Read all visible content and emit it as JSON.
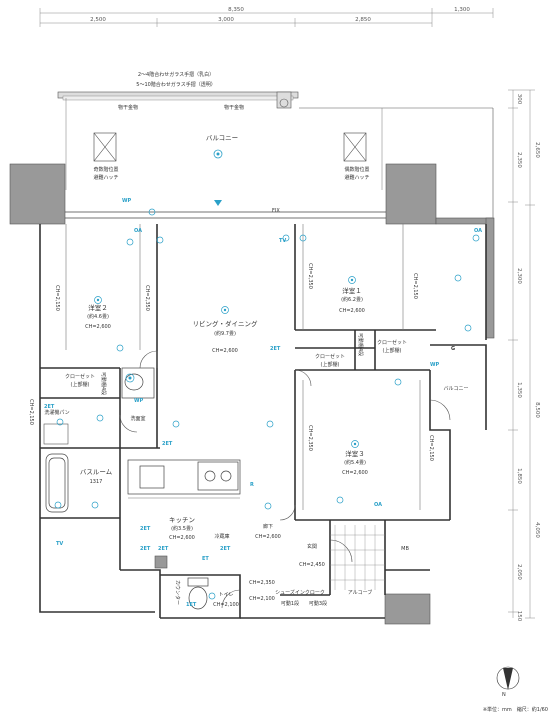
{
  "dims_top": {
    "total": "8,350",
    "right": "1,300",
    "seg1": "2,500",
    "seg2": "3,000",
    "seg3": "2,850"
  },
  "dims_right": {
    "d1": "300",
    "d2": "2,650",
    "d3": "2,350",
    "d4": "2,300",
    "d5": "1,350",
    "d6": "8,500",
    "d7": "1,850",
    "d8": "4,050",
    "d9": "2,050",
    "d10": "150"
  },
  "notes": {
    "rail1": "2〜4階合わせガラス手摺（乳白）",
    "rail2": "5〜10階合わせガラス手摺（透明）"
  },
  "labels": {
    "laundry_a": "物干金物",
    "laundry_b": "物干金物",
    "balcony": "バルコニー",
    "hatch_l1": "奇数階位置",
    "hatch_l2": "避難ハッチ",
    "hatch_r1": "偶数階位置",
    "hatch_r2": "避難ハッチ",
    "fix": "FIX",
    "room2_name": "洋室２",
    "room2_size": "(約4.6畳)",
    "room2_ch": "CH=2,600",
    "room2_ch_left": "CH=2,150",
    "room2_ch_right": "CH=2,350",
    "living_name": "リビング・ダイニング",
    "living_size": "(約9.7畳)",
    "living_ch": "CH=2,600",
    "room1_name": "洋室１",
    "room1_size": "(約6.2畳)",
    "room1_ch": "CH=2,600",
    "room1_ch_left": "CH=2,350",
    "room1_ch_right": "CH=2,150",
    "closet_a": "クローゼット",
    "closet_a2": "(上部棚)",
    "closet_b": "クローゼット",
    "closet_b2": "(上部棚)",
    "closet_c": "クローゼット",
    "closet_c2": "(上部棚)",
    "shelf_tag": "可動棚4段",
    "shelf_tag2": "可動棚4段",
    "balcony2": "バルコニー",
    "washroom": "洗面室",
    "washpan": "洗濯機パン",
    "bath_name": "バスルーム",
    "bath_size": "1317",
    "left_ch": "CH=2,150",
    "kitchen_name": "キッチン",
    "kitchen_size": "(約3.5畳)",
    "kitchen_ch": "CH=2,600",
    "fridge": "冷蔵庫",
    "hall_name": "廊下",
    "hall_ch": "CH=2,600",
    "room3_name": "洋室３",
    "room3_size": "(約5.4畳)",
    "room3_ch": "CH=2,600",
    "room3_ch_left": "CH=2,350",
    "room3_ch_right": "CH=2,150",
    "entrance_name": "玄関",
    "entrance_ch": "CH=2,450",
    "mb": "MB",
    "shoes": "シューズインクローク",
    "shoes_s1": "可動1段",
    "shoes_s2": "可動3段",
    "alcove": "アルコーブ",
    "ch_2350": "CH=2,350",
    "ch_2100": "CH=2,100",
    "counter": "カウンター",
    "toilet_name": "トイレ",
    "toilet_ch": "CH=2,100",
    "footnote": "※単位：mm　縮尺：約1/60",
    "north": "N"
  },
  "icons": {
    "tv": "TV",
    "wp": "WP",
    "r": "R",
    "twoet": "2ET",
    "oneet": "1ET",
    "et": "ET",
    "oa": "OA",
    "g": "G"
  }
}
